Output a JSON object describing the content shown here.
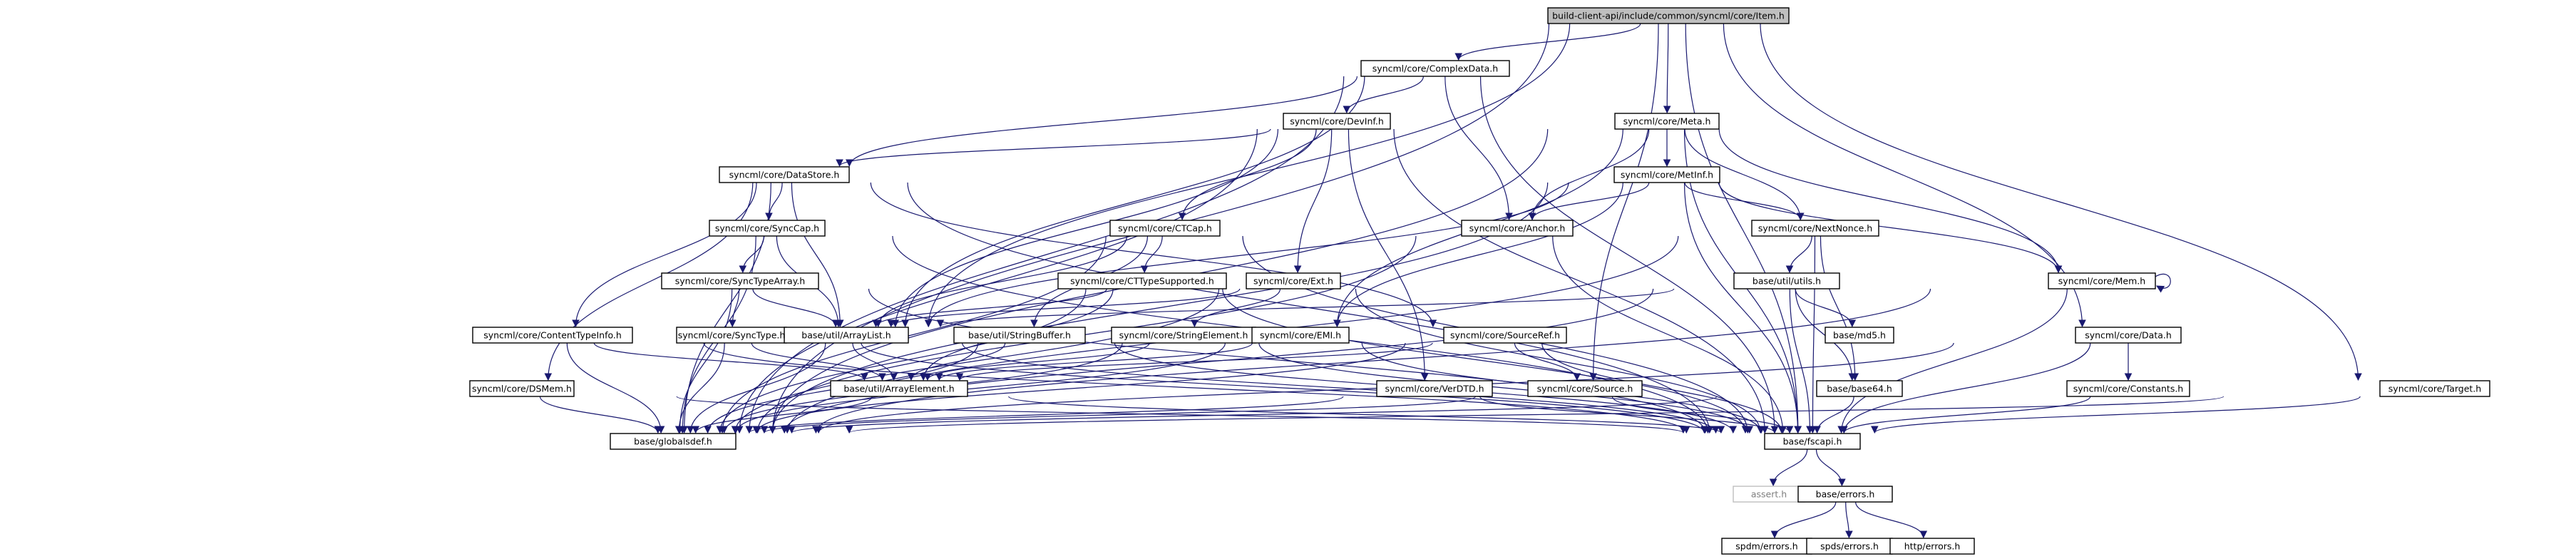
{
  "diagram": {
    "edge_color": "#191970",
    "root_fill": "#bfbfbf",
    "nodes": [
      {
        "id": "item",
        "label": "build-client-api/include/common/syncml/core/Item.h",
        "root": true
      },
      {
        "id": "complexdata",
        "label": "syncml/core/ComplexData.h"
      },
      {
        "id": "meta",
        "label": "syncml/core/Meta.h"
      },
      {
        "id": "devinf",
        "label": "syncml/core/DevInf.h"
      },
      {
        "id": "datastore",
        "label": "syncml/core/DataStore.h"
      },
      {
        "id": "metinf",
        "label": "syncml/core/MetInf.h"
      },
      {
        "id": "synccap",
        "label": "syncml/core/SyncCap.h"
      },
      {
        "id": "ctcap",
        "label": "syncml/core/CTCap.h"
      },
      {
        "id": "anchor",
        "label": "syncml/core/Anchor.h"
      },
      {
        "id": "nextnonce",
        "label": "syncml/core/NextNonce.h"
      },
      {
        "id": "synctypearray",
        "label": "syncml/core/SyncTypeArray.h"
      },
      {
        "id": "cttypesupported",
        "label": "syncml/core/CTTypeSupported.h"
      },
      {
        "id": "ext",
        "label": "syncml/core/Ext.h"
      },
      {
        "id": "utils",
        "label": "base/util/utils.h"
      },
      {
        "id": "mem",
        "label": "syncml/core/Mem.h"
      },
      {
        "id": "contenttypeinfo",
        "label": "syncml/core/ContentTypeInfo.h"
      },
      {
        "id": "synctype",
        "label": "syncml/core/SyncType.h"
      },
      {
        "id": "arraylist",
        "label": "base/util/ArrayList.h"
      },
      {
        "id": "stringbuffer",
        "label": "base/util/StringBuffer.h"
      },
      {
        "id": "stringelement",
        "label": "syncml/core/StringElement.h"
      },
      {
        "id": "emi",
        "label": "syncml/core/EMI.h"
      },
      {
        "id": "sourceref",
        "label": "syncml/core/SourceRef.h"
      },
      {
        "id": "md5",
        "label": "base/md5.h"
      },
      {
        "id": "data",
        "label": "syncml/core/Data.h"
      },
      {
        "id": "dsmem",
        "label": "syncml/core/DSMem.h"
      },
      {
        "id": "arrayelement",
        "label": "base/util/ArrayElement.h"
      },
      {
        "id": "verdtd",
        "label": "syncml/core/VerDTD.h"
      },
      {
        "id": "source",
        "label": "syncml/core/Source.h"
      },
      {
        "id": "base64",
        "label": "base/base64.h"
      },
      {
        "id": "constants",
        "label": "syncml/core/Constants.h"
      },
      {
        "id": "target",
        "label": "syncml/core/Target.h"
      },
      {
        "id": "globalsdef",
        "label": "base/globalsdef.h"
      },
      {
        "id": "fscapi",
        "label": "base/fscapi.h"
      },
      {
        "id": "assert",
        "label": "assert.h",
        "ghost": true
      },
      {
        "id": "errors",
        "label": "base/errors.h"
      },
      {
        "id": "spdmerrors",
        "label": "spdm/errors.h"
      },
      {
        "id": "spdserrors",
        "label": "spds/errors.h"
      },
      {
        "id": "httperrors",
        "label": "http/errors.h"
      }
    ],
    "edges": [
      [
        "item",
        "complexdata"
      ],
      [
        "item",
        "meta"
      ],
      [
        "item",
        "globalsdef"
      ],
      [
        "item",
        "fscapi"
      ],
      [
        "item",
        "arraylist"
      ],
      [
        "item",
        "source"
      ],
      [
        "item",
        "target"
      ],
      [
        "item",
        "data"
      ],
      [
        "complexdata",
        "devinf"
      ],
      [
        "complexdata",
        "anchor"
      ],
      [
        "complexdata",
        "globalsdef"
      ],
      [
        "complexdata",
        "fscapi"
      ],
      [
        "complexdata",
        "arraylist"
      ],
      [
        "complexdata",
        "datastore"
      ],
      [
        "meta",
        "metinf"
      ],
      [
        "meta",
        "nextnonce"
      ],
      [
        "meta",
        "anchor"
      ],
      [
        "meta",
        "mem"
      ],
      [
        "meta",
        "emi"
      ],
      [
        "meta",
        "globalsdef"
      ],
      [
        "meta",
        "fscapi"
      ],
      [
        "devinf",
        "datastore"
      ],
      [
        "devinf",
        "ctcap"
      ],
      [
        "devinf",
        "ext"
      ],
      [
        "devinf",
        "verdtd"
      ],
      [
        "devinf",
        "arraylist"
      ],
      [
        "devinf",
        "globalsdef"
      ],
      [
        "devinf",
        "fscapi"
      ],
      [
        "datastore",
        "synccap"
      ],
      [
        "datastore",
        "contenttypeinfo"
      ],
      [
        "datastore",
        "dsmem"
      ],
      [
        "datastore",
        "sourceref"
      ],
      [
        "datastore",
        "arraylist"
      ],
      [
        "datastore",
        "globalsdef"
      ],
      [
        "datastore",
        "fscapi"
      ],
      [
        "metinf",
        "anchor"
      ],
      [
        "metinf",
        "nextnonce"
      ],
      [
        "metinf",
        "mem"
      ],
      [
        "metinf",
        "emi"
      ],
      [
        "metinf",
        "arraylist"
      ],
      [
        "metinf",
        "globalsdef"
      ],
      [
        "metinf",
        "fscapi"
      ],
      [
        "synccap",
        "synctypearray"
      ],
      [
        "synccap",
        "arraylist"
      ],
      [
        "synccap",
        "globalsdef"
      ],
      [
        "synccap",
        "fscapi"
      ],
      [
        "ctcap",
        "cttypesupported"
      ],
      [
        "ctcap",
        "arraylist"
      ],
      [
        "ctcap",
        "stringbuffer"
      ],
      [
        "ctcap",
        "globalsdef"
      ],
      [
        "ctcap",
        "fscapi"
      ],
      [
        "anchor",
        "globalsdef"
      ],
      [
        "anchor",
        "fscapi"
      ],
      [
        "nextnonce",
        "utils"
      ],
      [
        "nextnonce",
        "base64"
      ],
      [
        "nextnonce",
        "globalsdef"
      ],
      [
        "nextnonce",
        "fscapi"
      ],
      [
        "synctypearray",
        "synctype"
      ],
      [
        "synctypearray",
        "arraylist"
      ],
      [
        "synctypearray",
        "globalsdef"
      ],
      [
        "synctypearray",
        "fscapi"
      ],
      [
        "cttypesupported",
        "arraylist"
      ],
      [
        "cttypesupported",
        "arrayelement"
      ],
      [
        "cttypesupported",
        "globalsdef"
      ],
      [
        "cttypesupported",
        "fscapi"
      ],
      [
        "ext",
        "stringelement"
      ],
      [
        "ext",
        "arraylist"
      ],
      [
        "ext",
        "globalsdef"
      ],
      [
        "ext",
        "fscapi"
      ],
      [
        "utils",
        "md5"
      ],
      [
        "utils",
        "base64"
      ],
      [
        "utils",
        "arraylist"
      ],
      [
        "utils",
        "fscapi"
      ],
      [
        "utils",
        "globalsdef"
      ],
      [
        "mem",
        "globalsdef"
      ],
      [
        "mem",
        "fscapi"
      ],
      [
        "mem",
        "mem"
      ],
      [
        "contenttypeinfo",
        "arrayelement"
      ],
      [
        "contenttypeinfo",
        "globalsdef"
      ],
      [
        "contenttypeinfo",
        "fscapi"
      ],
      [
        "synctype",
        "arrayelement"
      ],
      [
        "synctype",
        "globalsdef"
      ],
      [
        "synctype",
        "fscapi"
      ],
      [
        "arraylist",
        "arrayelement"
      ],
      [
        "arraylist",
        "globalsdef"
      ],
      [
        "arraylist",
        "fscapi"
      ],
      [
        "stringbuffer",
        "arrayelement"
      ],
      [
        "stringbuffer",
        "globalsdef"
      ],
      [
        "stringbuffer",
        "fscapi"
      ],
      [
        "stringelement",
        "arrayelement"
      ],
      [
        "stringelement",
        "globalsdef"
      ],
      [
        "stringelement",
        "fscapi"
      ],
      [
        "emi",
        "arrayelement"
      ],
      [
        "emi",
        "globalsdef"
      ],
      [
        "emi",
        "fscapi"
      ],
      [
        "sourceref",
        "source"
      ],
      [
        "sourceref",
        "globalsdef"
      ],
      [
        "sourceref",
        "fscapi"
      ],
      [
        "sourceref",
        "arrayelement"
      ],
      [
        "data",
        "constants"
      ],
      [
        "data",
        "globalsdef"
      ],
      [
        "data",
        "fscapi"
      ],
      [
        "dsmem",
        "globalsdef"
      ],
      [
        "dsmem",
        "fscapi"
      ],
      [
        "arrayelement",
        "globalsdef"
      ],
      [
        "arrayelement",
        "fscapi"
      ],
      [
        "verdtd",
        "globalsdef"
      ],
      [
        "verdtd",
        "fscapi"
      ],
      [
        "source",
        "globalsdef"
      ],
      [
        "source",
        "fscapi"
      ],
      [
        "base64",
        "globalsdef"
      ],
      [
        "base64",
        "fscapi"
      ],
      [
        "constants",
        "fscapi"
      ],
      [
        "target",
        "globalsdef"
      ],
      [
        "target",
        "fscapi"
      ],
      [
        "fscapi",
        "assert"
      ],
      [
        "fscapi",
        "errors"
      ],
      [
        "errors",
        "spdmerrors"
      ],
      [
        "errors",
        "spdserrors"
      ],
      [
        "errors",
        "httperrors"
      ]
    ]
  }
}
